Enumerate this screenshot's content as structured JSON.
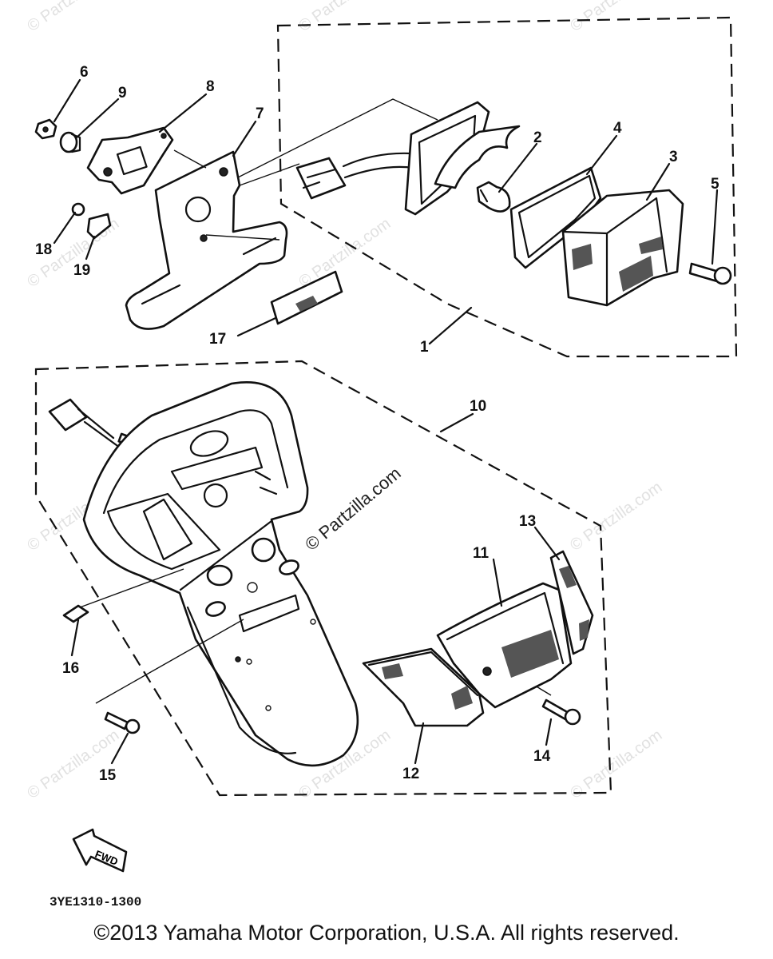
{
  "callouts": [
    "1",
    "2",
    "3",
    "4",
    "5",
    "6",
    "7",
    "8",
    "9",
    "10",
    "11",
    "12",
    "13",
    "14",
    "15",
    "16",
    "17",
    "18",
    "19"
  ],
  "watermark_text": "© Partzilla.com",
  "arrow_label": "FWD",
  "part_number": "3YE1310-1300",
  "copyright": "©2013 Yamaha Motor Corporation, U.S.A. All rights reserved."
}
